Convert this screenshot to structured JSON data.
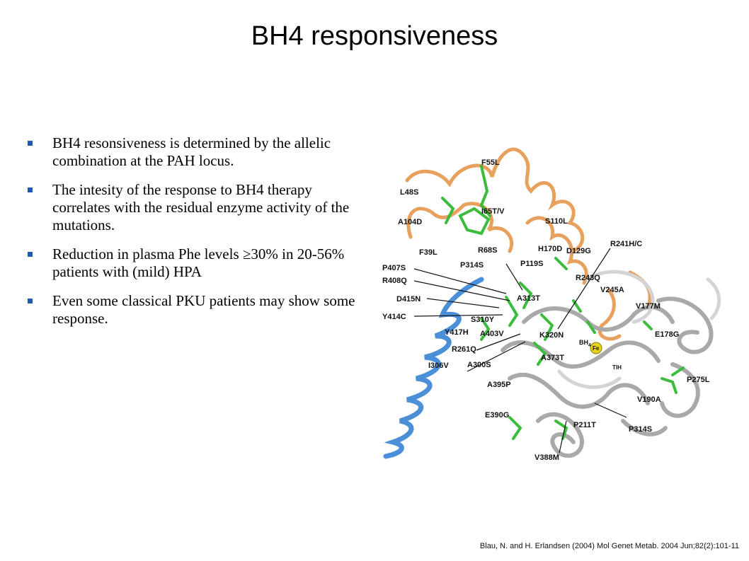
{
  "slide": {
    "title": "BH4 responsiveness",
    "bullets": [
      "BH4 resonsiveness is determined by the allelic combination at the PAH locus.",
      "The intesity of the response to BH4 therapy correlates with the residual enzyme activity of the mutations.",
      "Reduction in plasma Phe levels ≥30% in 20-56% patients with (mild) HPA",
      "Even some classical PKU patients may show some response."
    ],
    "citation": "Blau, N. and H. Erlandsen (2004) Mol Genet Metab. 2004 Jun;82(2):101-11"
  },
  "figure": {
    "labels": {
      "F55L": "F55L",
      "L48S": "L48S",
      "I65TV": "I65T/V",
      "A104D": "A104D",
      "S110L": "S110L",
      "F39L": "F39L",
      "R68S": "R68S",
      "H170D": "H170D",
      "D129G": "D129G",
      "R241HC": "R241H/C",
      "P407S": "P407S",
      "P314S_top": "P314S",
      "P119S": "P119S",
      "R243Q": "R243Q",
      "R408Q": "R408Q",
      "A313T": "A313T",
      "V245A": "V245A",
      "D415N": "D415N",
      "V177M": "V177M",
      "Y414C": "Y414C",
      "S310Y": "S310Y",
      "Y417H": "Y417H",
      "A403V": "A403V",
      "K320N": "K320N",
      "BH4": "BH",
      "BH4_sub": "4",
      "E178G": "E178G",
      "R261Q": "R261Q",
      "Fe": "Fe",
      "I306V": "I306V",
      "A373T": "A373T",
      "A300S": "A300S",
      "THI": "TIH",
      "P275L": "P275L",
      "A395P": "A395P",
      "V190A": "V190A",
      "E390G": "E390G",
      "P211T": "P211T",
      "P314S_bottom": "P314S",
      "V388M": "V388M"
    }
  }
}
